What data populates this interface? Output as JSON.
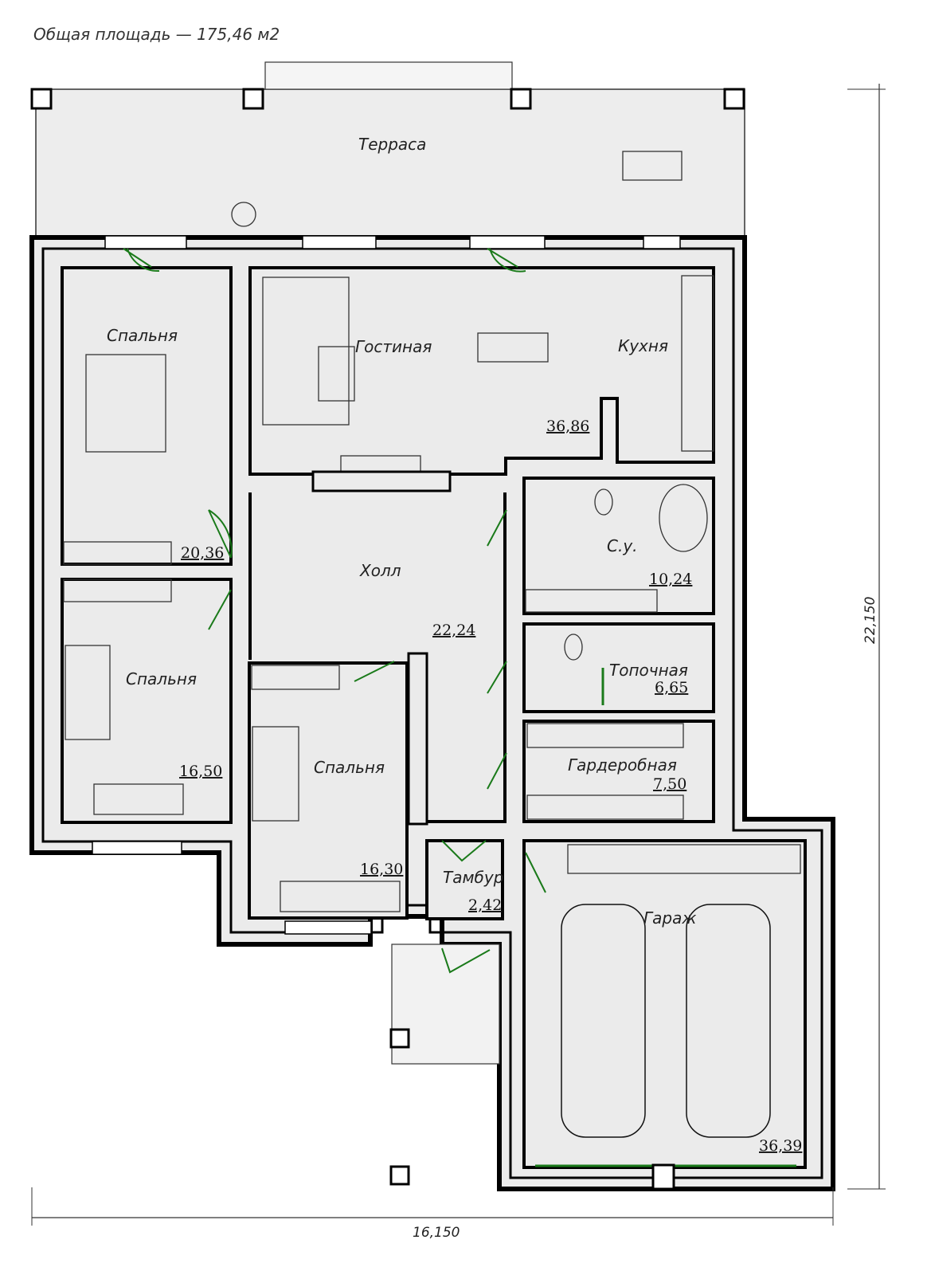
{
  "total_area_label": "Общая площадь — 175,46 м2",
  "dimensions": {
    "width": "16,150",
    "height": "22,150"
  },
  "rooms": [
    {
      "id": "terrace",
      "name": "Терраса",
      "area": ""
    },
    {
      "id": "bedroom1",
      "name": "Спальня",
      "area": "20,36"
    },
    {
      "id": "living",
      "name": "Гостиная",
      "area": "36,86"
    },
    {
      "id": "kitchen",
      "name": "Кухня",
      "area": ""
    },
    {
      "id": "hall",
      "name": "Холл",
      "area": "22,24"
    },
    {
      "id": "bathroom",
      "name": "С.у.",
      "area": "10,24"
    },
    {
      "id": "boiler",
      "name": "Топочная",
      "area": "6,65"
    },
    {
      "id": "bedroom2",
      "name": "Спальня",
      "area": "16,50"
    },
    {
      "id": "bedroom3",
      "name": "Спальня",
      "area": "16,30"
    },
    {
      "id": "wardrobe",
      "name": "Гардеробная",
      "area": "7,50"
    },
    {
      "id": "vestibule",
      "name": "Тамбур",
      "area": "2,42"
    },
    {
      "id": "garage",
      "name": "Гараж",
      "area": "36,39"
    }
  ],
  "colors": {
    "wall": "#111111",
    "floor": "#ebebeb",
    "door": "#1a7a1a",
    "line": "#333333"
  }
}
